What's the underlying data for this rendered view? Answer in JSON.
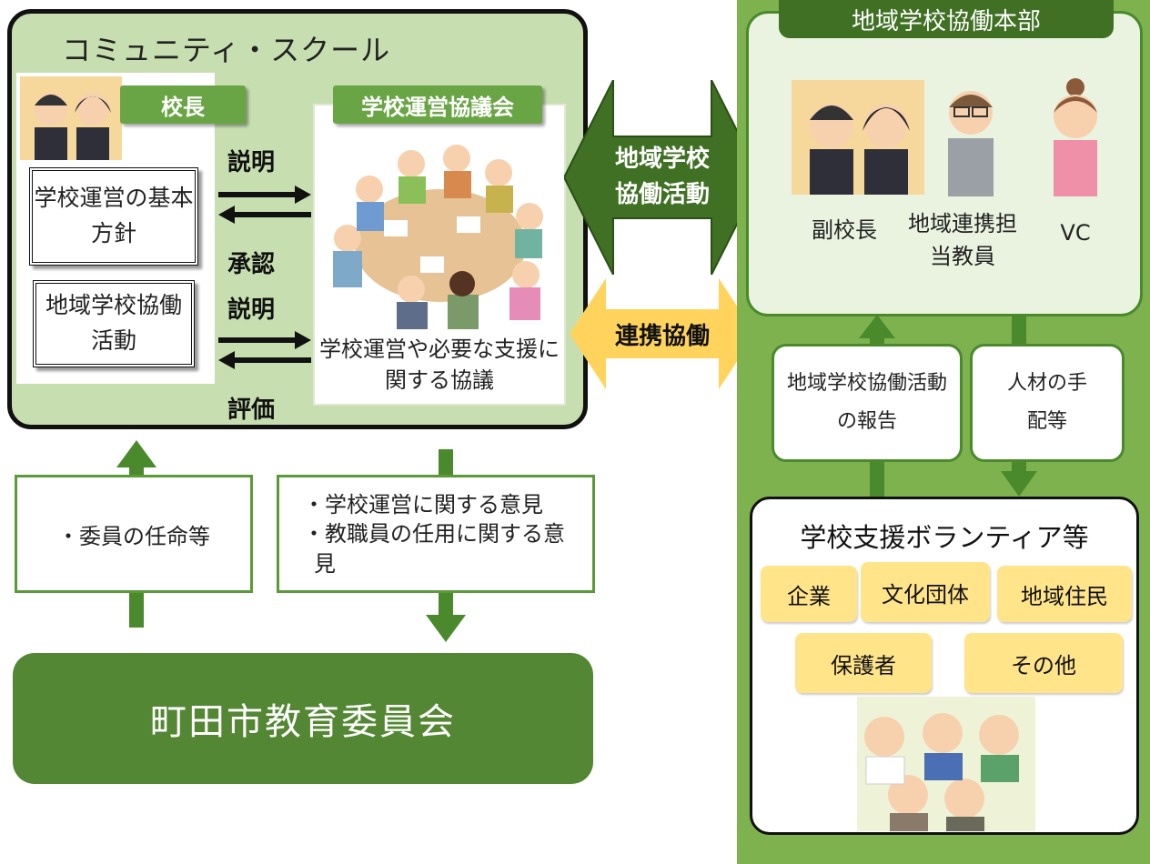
{
  "community_school": {
    "title": "コミュニティ・スクール",
    "principal_label": "校長",
    "council_label": "学校運営協議会",
    "box_policy": "学校運営の基本方針",
    "box_activity": "地域学校協働活動",
    "label_explain_1": "説明",
    "label_approve": "承認",
    "label_explain_2": "説明",
    "label_evaluate": "評価",
    "council_caption": "学校運営や必要な支援に関する協議"
  },
  "center_links": {
    "activity_arrow": "地域学校協働活動",
    "cooperation_arrow": "連携協働"
  },
  "headquarters": {
    "title": "地域学校協働本部",
    "members": [
      "副校長",
      "地域連携担当教員",
      "VC"
    ],
    "report_box": "地域学校協働活動の報告",
    "staffing_box": "人材の手配等"
  },
  "volunteers": {
    "title": "学校支援ボランティア等",
    "tags": [
      "企業",
      "文化団体",
      "地域住民",
      "保護者",
      "その他"
    ]
  },
  "board_links": {
    "appointment": "・委員の任命等",
    "opinion_1": "・学校運営に関する意見",
    "opinion_2": "・教職員の任用に関する意見"
  },
  "board": {
    "name": "町田市教育委員会"
  },
  "colors": {
    "panel_green": "#c7dfb0",
    "dark_green": "#538733",
    "mid_green": "#7db24f",
    "tag_yellow": "#ffe48a",
    "arrow_yellow": "#ffd35c"
  }
}
